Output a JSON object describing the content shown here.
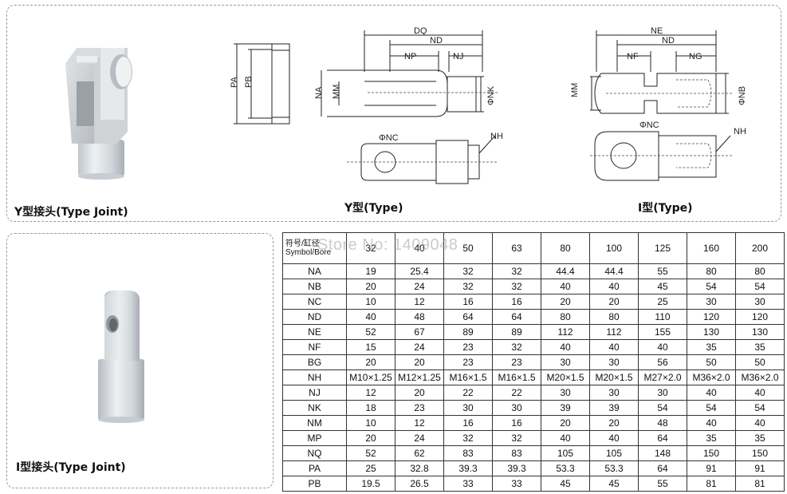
{
  "top_panel": {
    "y_joint_caption": "Y型接头(Type Joint)",
    "y_type_caption": "Y型(Type)",
    "i_type_caption": "I型(Type)",
    "y_dims": {
      "pa": "PA",
      "pb": "PB",
      "dq": "DQ",
      "nd": "ND",
      "np": "NP",
      "nj": "NJ",
      "na": "NA",
      "mm": "MM",
      "nk": "ΦNK",
      "nc": "ΦNC",
      "nh": "NH"
    },
    "i_dims": {
      "ne": "NE",
      "nd": "ND",
      "nf": "NF",
      "ng": "NG",
      "mm": "MM",
      "nb": "ΦNB",
      "nc": "ΦNC",
      "nh": "NH"
    }
  },
  "left_panel": {
    "i_joint_caption": "I型接头(Type Joint)"
  },
  "watermark": "Store No: 1409048",
  "table": {
    "header_label_line1": "符号/缸径",
    "header_label_line2": "Symbol/Bore",
    "bores": [
      "32",
      "40",
      "50",
      "63",
      "80",
      "100",
      "125",
      "160",
      "200"
    ],
    "rows": [
      {
        "symbol": "NA",
        "values": [
          "19",
          "25.4",
          "32",
          "32",
          "44.4",
          "44.4",
          "55",
          "80",
          "80"
        ]
      },
      {
        "symbol": "NB",
        "values": [
          "20",
          "24",
          "32",
          "32",
          "40",
          "40",
          "45",
          "54",
          "54"
        ]
      },
      {
        "symbol": "NC",
        "values": [
          "10",
          "12",
          "16",
          "16",
          "20",
          "20",
          "25",
          "30",
          "30"
        ]
      },
      {
        "symbol": "ND",
        "values": [
          "40",
          "48",
          "64",
          "64",
          "80",
          "80",
          "110",
          "120",
          "120"
        ]
      },
      {
        "symbol": "NE",
        "values": [
          "52",
          "67",
          "89",
          "89",
          "112",
          "112",
          "155",
          "130",
          "130"
        ]
      },
      {
        "symbol": "NF",
        "values": [
          "15",
          "24",
          "23",
          "32",
          "40",
          "40",
          "40",
          "35",
          "35"
        ]
      },
      {
        "symbol": "BG",
        "values": [
          "20",
          "20",
          "23",
          "23",
          "30",
          "30",
          "56",
          "50",
          "50"
        ]
      },
      {
        "symbol": "NH",
        "values": [
          "M10×1.25",
          "M12×1.25",
          "M16×1.5",
          "M16×1.5",
          "M20×1.5",
          "M20×1.5",
          "M27×2.0",
          "M36×2.0",
          "M36×2.0"
        ]
      },
      {
        "symbol": "NJ",
        "values": [
          "12",
          "20",
          "22",
          "22",
          "30",
          "30",
          "30",
          "40",
          "40"
        ]
      },
      {
        "symbol": "NK",
        "values": [
          "18",
          "23",
          "30",
          "30",
          "39",
          "39",
          "54",
          "54",
          "54"
        ]
      },
      {
        "symbol": "NM",
        "values": [
          "10",
          "12",
          "16",
          "16",
          "20",
          "20",
          "48",
          "40",
          "40"
        ]
      },
      {
        "symbol": "MP",
        "values": [
          "20",
          "24",
          "32",
          "32",
          "40",
          "40",
          "64",
          "35",
          "35"
        ]
      },
      {
        "symbol": "NQ",
        "values": [
          "52",
          "62",
          "83",
          "83",
          "105",
          "105",
          "148",
          "150",
          "150"
        ]
      },
      {
        "symbol": "PA",
        "values": [
          "25",
          "32.8",
          "39.3",
          "39.3",
          "53.3",
          "53.3",
          "64",
          "91",
          "91"
        ]
      },
      {
        "symbol": "PB",
        "values": [
          "19.5",
          "26.5",
          "33",
          "33",
          "45",
          "45",
          "55",
          "81",
          "81"
        ]
      }
    ]
  }
}
